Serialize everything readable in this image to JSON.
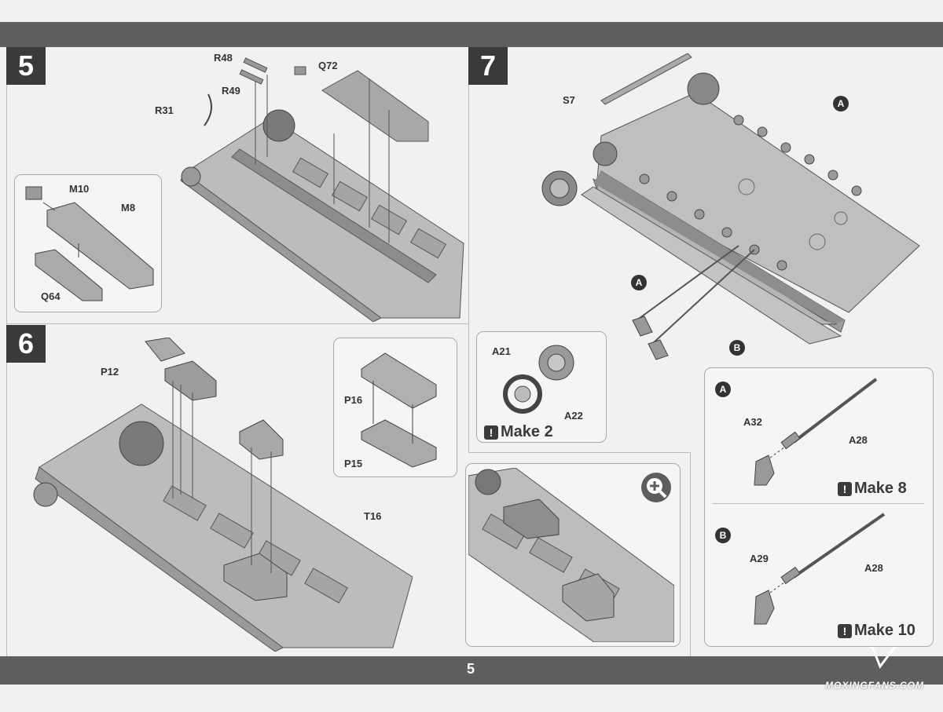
{
  "page": {
    "number": "5",
    "watermark": "MOXINGFANS.COM"
  },
  "steps": {
    "step5": {
      "number": "5",
      "labels": {
        "r48": "R48",
        "q72": "Q72",
        "r49": "R49",
        "r31": "R31"
      },
      "inset": {
        "m10": "M10",
        "m8": "M8",
        "q64": "Q64"
      }
    },
    "step6": {
      "number": "6",
      "labels": {
        "p12": "P12",
        "t16": "T16"
      },
      "inset": {
        "p16": "P16",
        "p15": "P15"
      }
    },
    "step7": {
      "number": "7",
      "labels": {
        "s7": "S7",
        "a_top": "A",
        "a_left": "A",
        "b": "B"
      },
      "wheel_inset": {
        "a21": "A21",
        "a22": "A22",
        "make_icon": "!",
        "make_text": "Make 2"
      },
      "callout_a": {
        "letter": "A",
        "a32": "A32",
        "a28": "A28",
        "make_icon": "!",
        "make_text": "Make 8"
      },
      "callout_b": {
        "letter": "B",
        "a29": "A29",
        "a28": "A28",
        "make_icon": "!",
        "make_text": "Make 10"
      }
    }
  },
  "colors": {
    "band": "#5e5e5e",
    "step_box": "#3a3a3a",
    "part_gray": "#b9b9b9",
    "part_dark": "#8a8a8a"
  },
  "icons": {
    "zoom": "zoom-plus-icon"
  }
}
